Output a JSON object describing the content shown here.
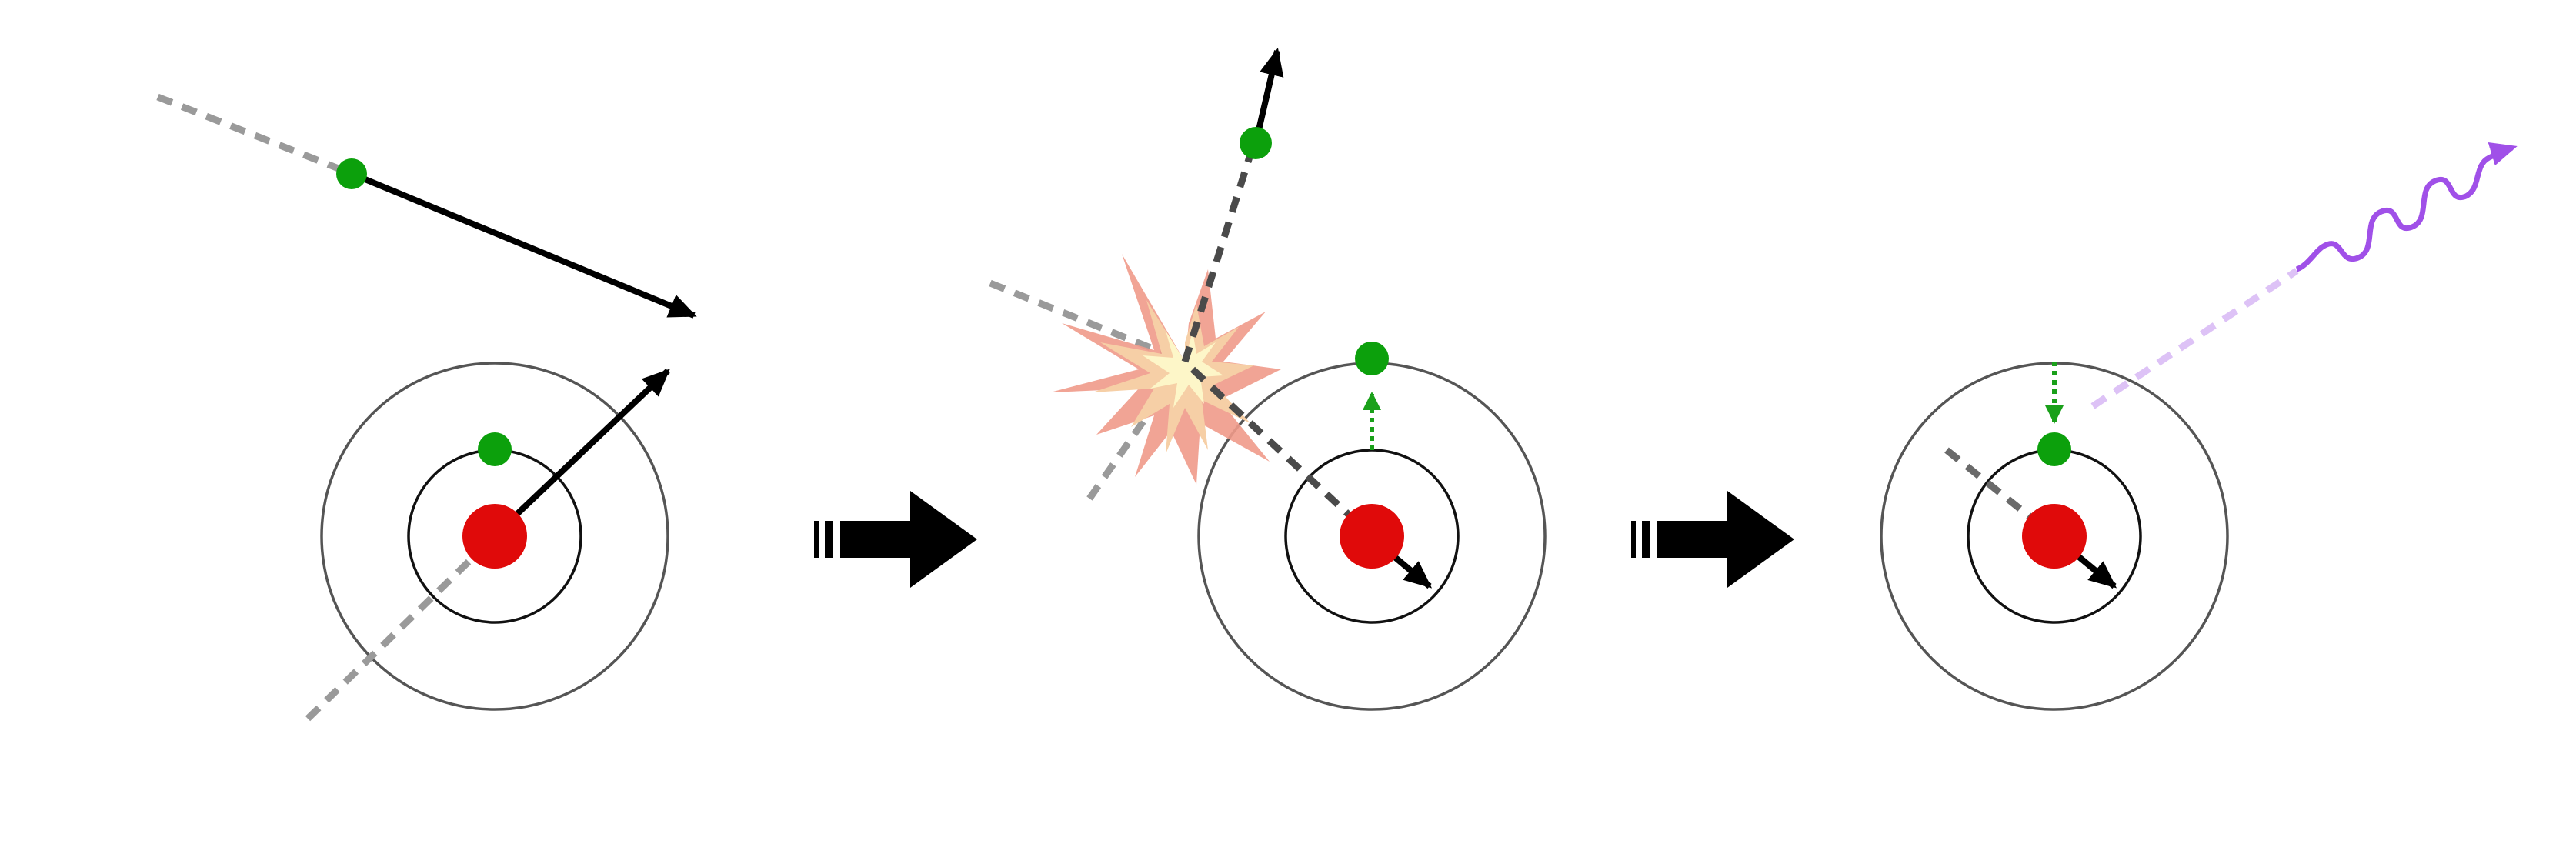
{
  "diagram": {
    "description_items": [],
    "stages": [
      {
        "id": "stage-1",
        "name": "incoming-particle-and-atom"
      },
      {
        "id": "stage-2",
        "name": "collision-and-ejection"
      },
      {
        "id": "stage-3",
        "name": "relaxation-and-emission"
      }
    ],
    "colors": {
      "nucleus": "#e00a0a",
      "electron": "#0ca00c",
      "arrow": "#000000",
      "trajectory_light": "#9a9a9a",
      "trajectory_dark": "#4a4a4a",
      "shell_outer": "#555555",
      "shell_inner": "#111111",
      "transition": "#1aa01a",
      "photon": "#a050e8",
      "photon_faded": "#ddc2f6",
      "explosion_outer": "#ef9a8a",
      "explosion_mid": "#f6cfa6",
      "explosion_inner": "#fdf6c8"
    },
    "icons": {
      "explosion": "collision-burst-icon",
      "photon": "wavy-arrow-icon",
      "step_arrow": "right-arrow-icon"
    }
  }
}
